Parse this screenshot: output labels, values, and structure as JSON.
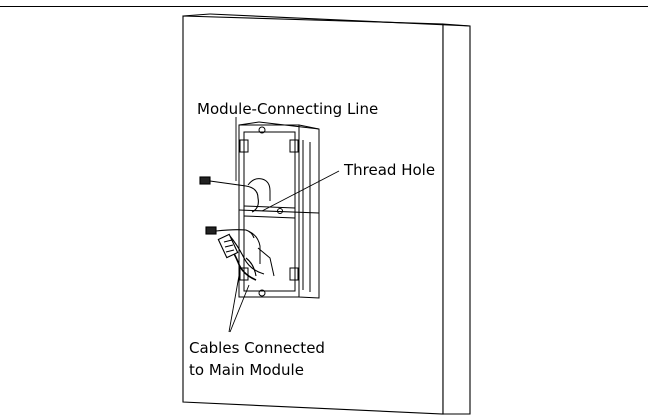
{
  "labels": {
    "module_connecting_line": "Module-Connecting Line",
    "thread_hole": "Thread Hole",
    "cables_line1": "Cables Connected",
    "cables_line2": "to Main Module"
  },
  "colors": {
    "line": "#000000",
    "background": "#ffffff"
  }
}
